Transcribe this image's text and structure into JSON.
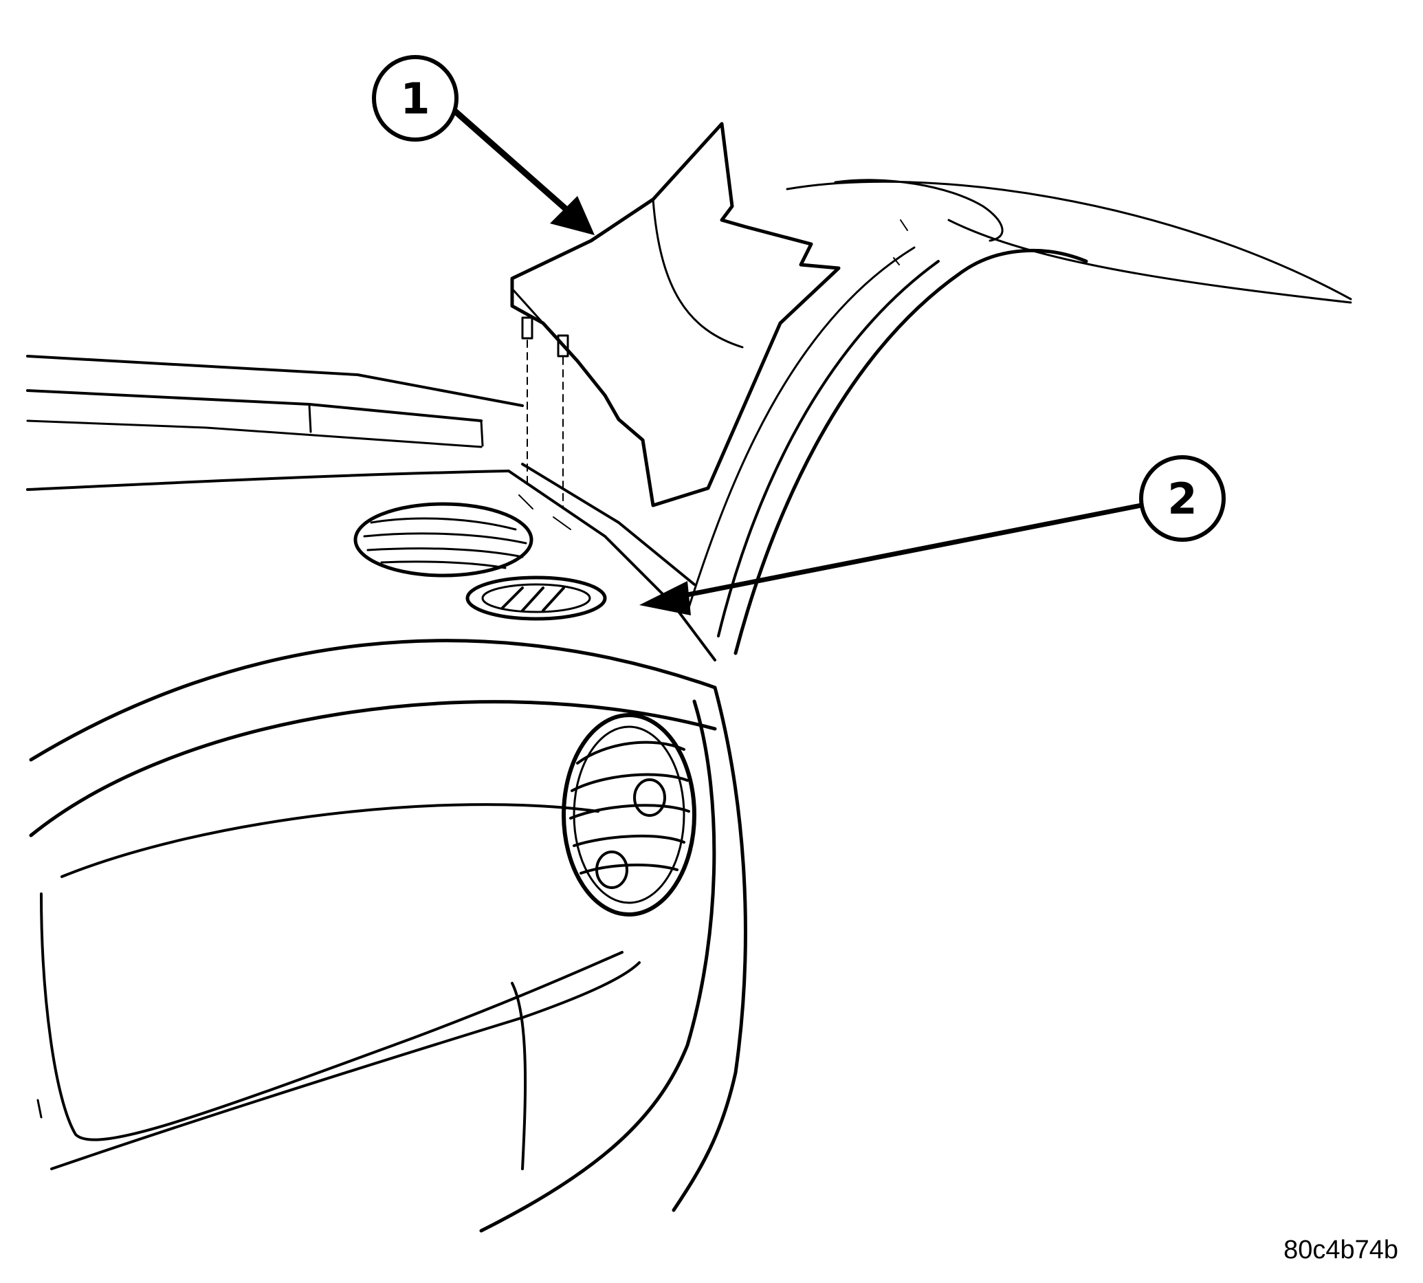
{
  "callouts": [
    {
      "number": "1"
    },
    {
      "number": "2"
    }
  ],
  "figure_id": "80c4b74b",
  "colors": {
    "line": "#000000",
    "background": "#ffffff"
  }
}
